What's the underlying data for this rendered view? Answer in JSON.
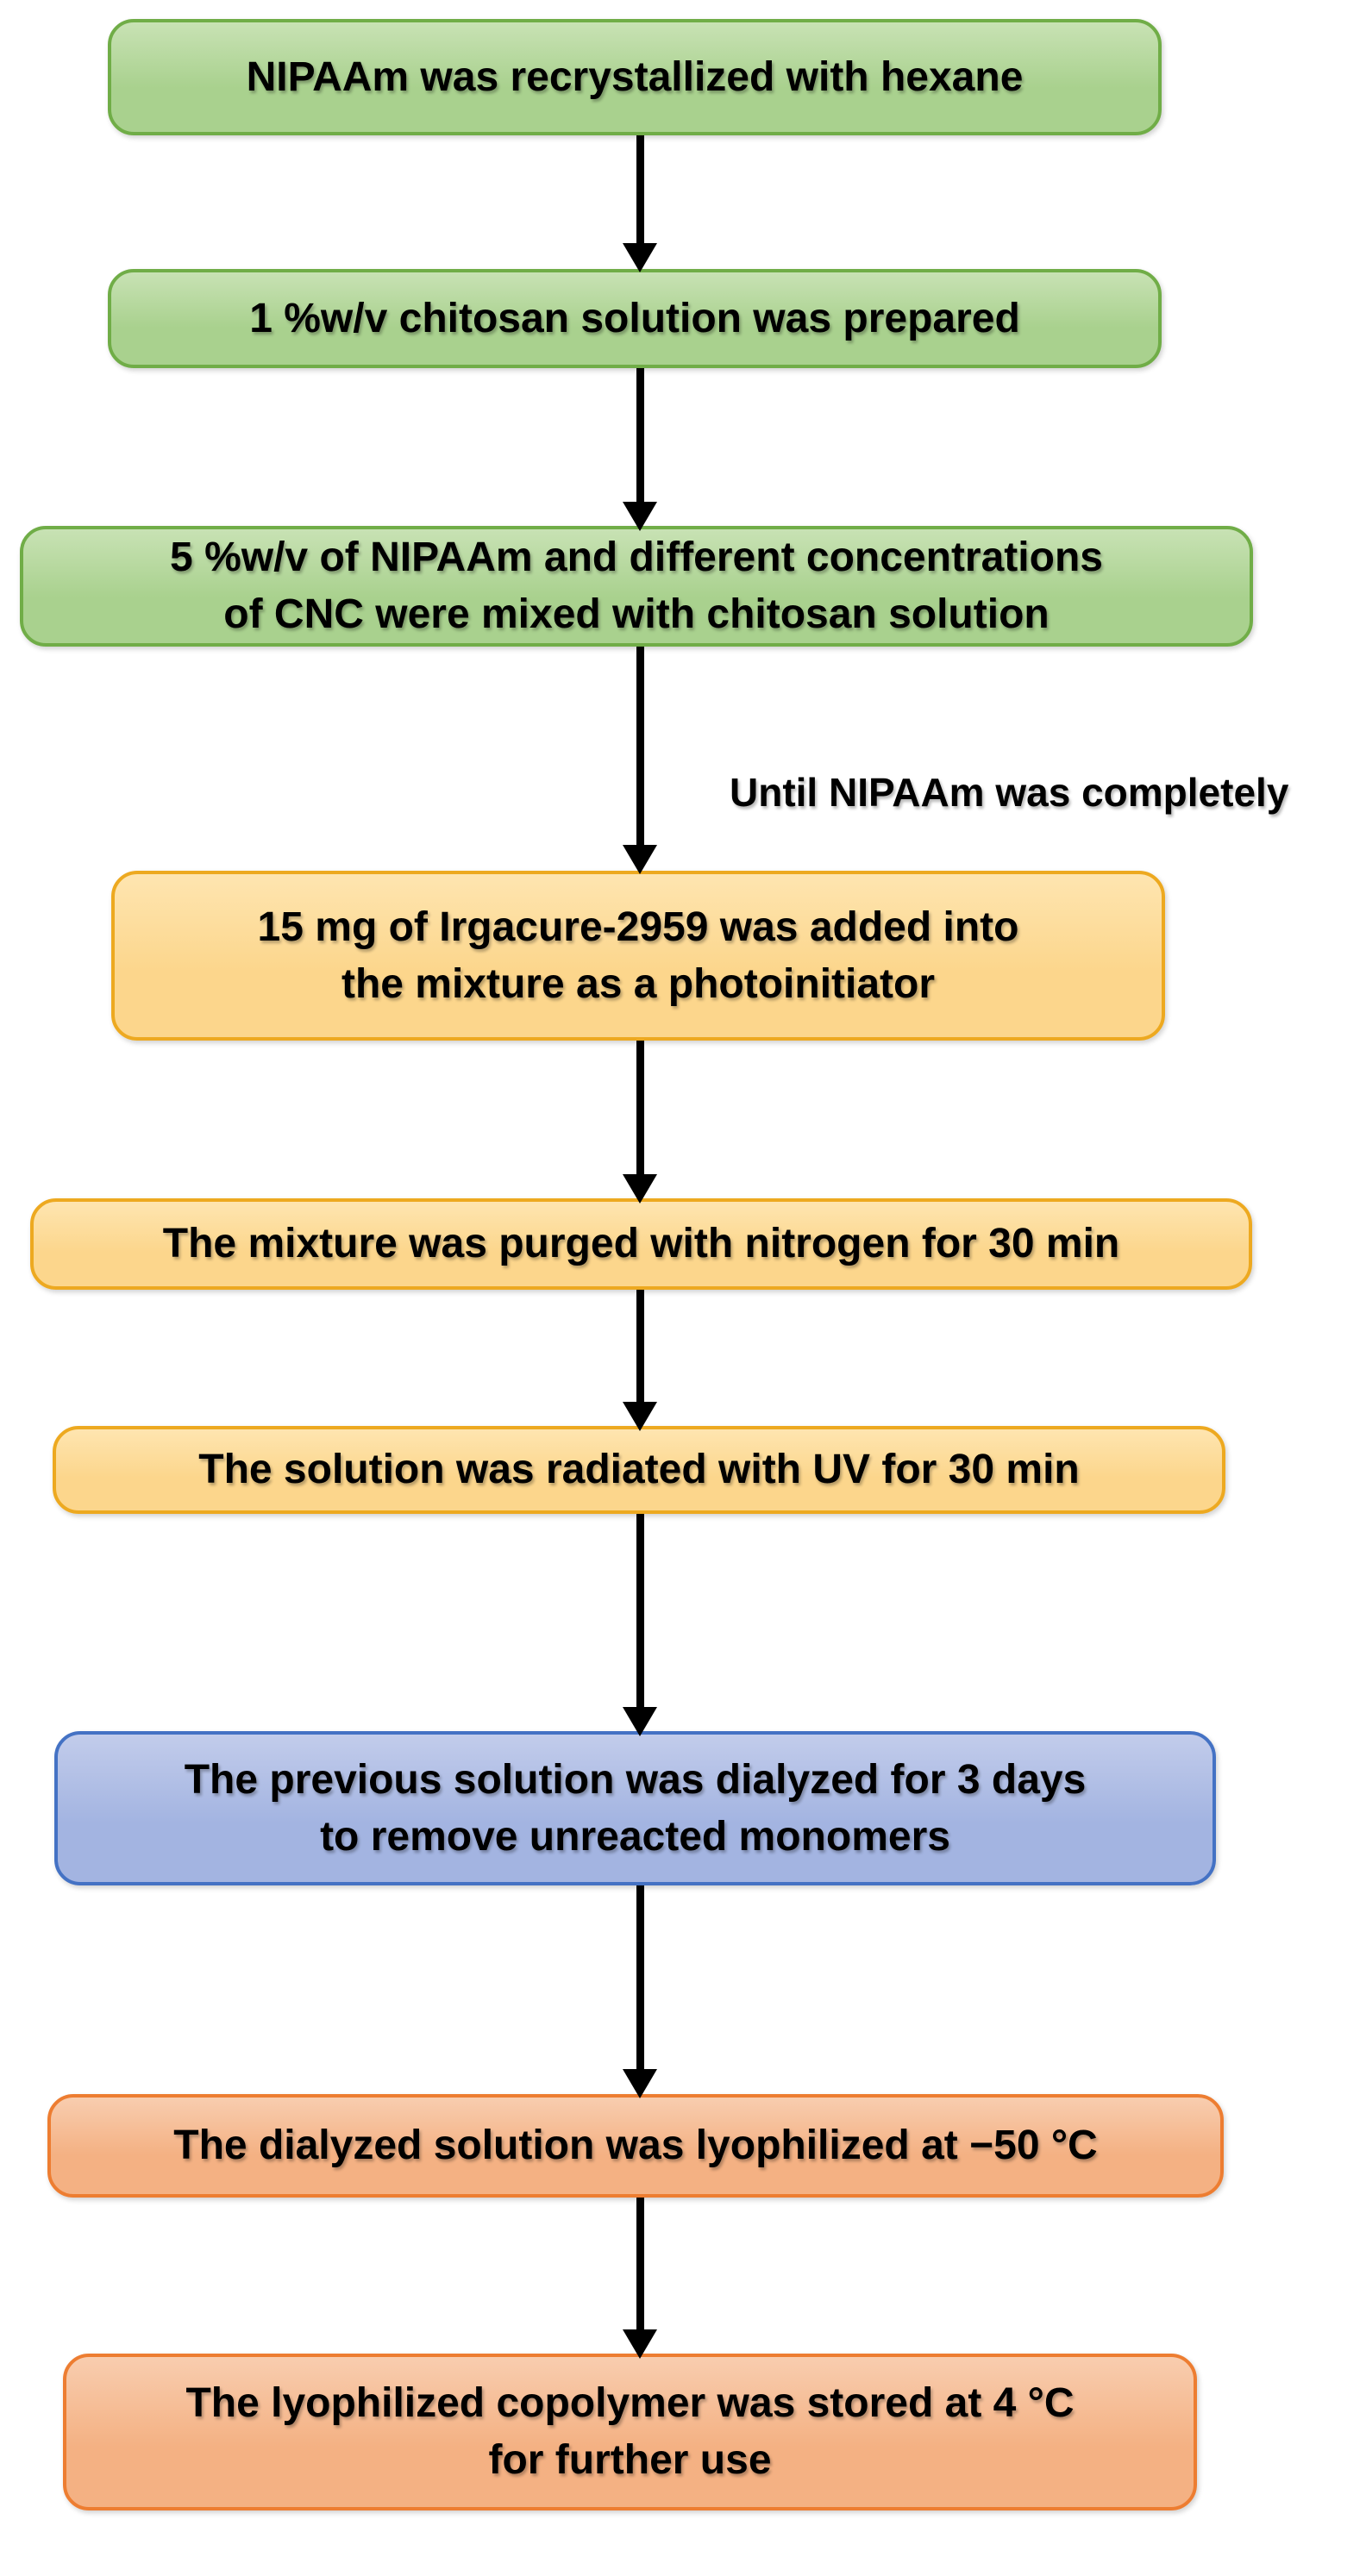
{
  "colors": {
    "green": {
      "top": "#c8e2b4",
      "fill": "#a9d18e",
      "border": "#70ad47"
    },
    "yellow": {
      "top": "#fee5b0",
      "fill": "#fcd68c",
      "border": "#eda920"
    },
    "blue": {
      "top": "#c2cceb",
      "fill": "#a3b4e1",
      "border": "#4472c4"
    },
    "orange": {
      "top": "#f8cdaf",
      "fill": "#f4b183",
      "border": "#ed7d31"
    },
    "arrow": "#000000",
    "text": "#000000",
    "background": "#ffffff"
  },
  "annotation": {
    "text": "Until NIPAAm was completely"
  },
  "steps": [
    {
      "theme": "green",
      "lines": [
        "NIPAAm was recrystallized with hexane"
      ]
    },
    {
      "theme": "green",
      "lines": [
        "1 %w/v chitosan solution was prepared"
      ]
    },
    {
      "theme": "green",
      "lines": [
        "5 %w/v of NIPAAm and different concentrations",
        "of CNC were mixed with chitosan solution"
      ]
    },
    {
      "theme": "yellow",
      "lines": [
        "15 mg of Irgacure-2959 was added into",
        "the mixture as a photoinitiator"
      ]
    },
    {
      "theme": "yellow",
      "lines": [
        "The mixture was purged with nitrogen for 30 min"
      ]
    },
    {
      "theme": "yellow",
      "lines": [
        "The solution was radiated with UV for 30 min"
      ]
    },
    {
      "theme": "blue",
      "lines": [
        "The previous solution was dialyzed for 3 days",
        "to remove unreacted monomers"
      ]
    },
    {
      "theme": "orange",
      "lines": [
        "The dialyzed solution was lyophilized at −50 °C"
      ]
    },
    {
      "theme": "orange",
      "lines": [
        "The lyophilized copolymer was stored at 4 °C",
        "for further use"
      ]
    }
  ]
}
